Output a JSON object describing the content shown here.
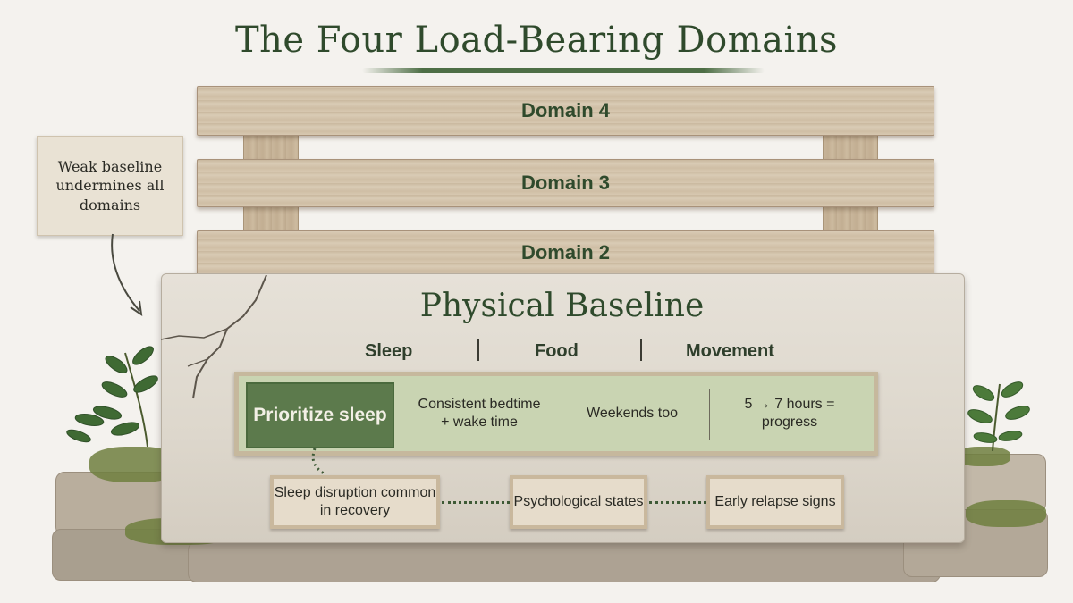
{
  "title": "The Four Load-Bearing Domains",
  "planks": {
    "domain4": "Domain 4",
    "domain3": "Domain 3",
    "domain2": "Domain 2"
  },
  "baseline": {
    "title": "Physical Baseline",
    "categories": [
      "Sleep",
      "Food",
      "Movement"
    ],
    "focus": {
      "label": "Prioritize sleep",
      "items": [
        "Consistent bedtime + wake time",
        "Weekends too",
        "5 → 7 hours = progress"
      ]
    },
    "links": [
      "Sleep disruption common in recovery",
      "Psychological states",
      "Early relapse signs"
    ]
  },
  "note": "Weak baseline undermines all domains",
  "colors": {
    "accent_green": "#2f4a2c",
    "focus_green": "#5c7a4c",
    "band_green": "#c9d4b2",
    "wood": "#d7c8b1",
    "stone": "#e2ddd3"
  }
}
